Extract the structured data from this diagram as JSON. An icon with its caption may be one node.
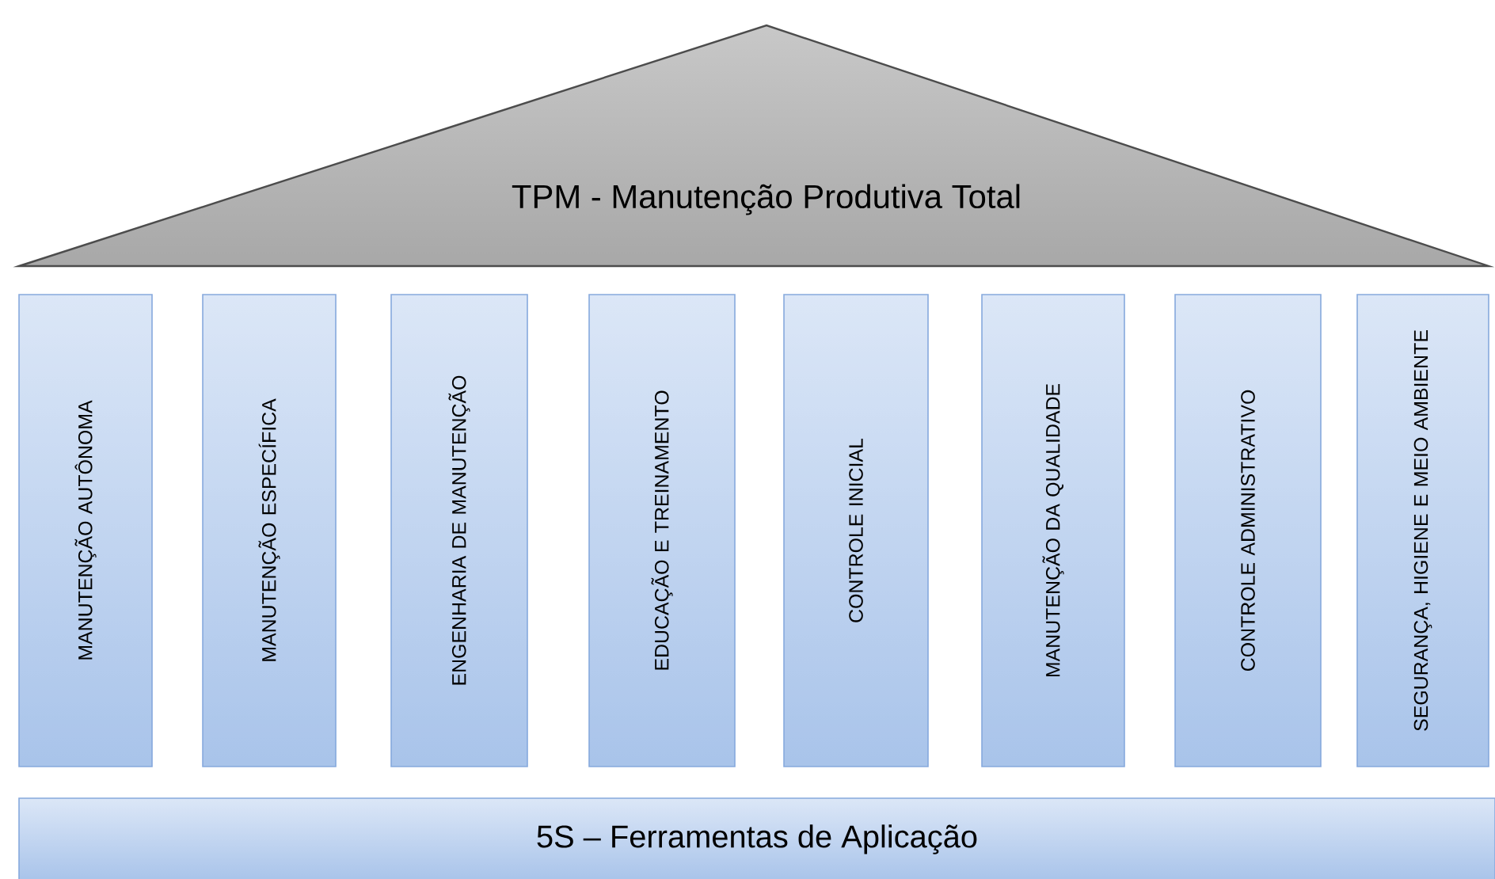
{
  "diagram": {
    "nodes": [
      {
        "text": [
          "TPM - Manutenção Produtiva Total"
        ]
      },
      {
        "text": [
          "MANUTENÇÃO AUTÔNOMA"
        ]
      },
      {
        "text": [
          "MANUTENÇÃO ESPECÍFICA"
        ]
      },
      {
        "text": [
          "ENGENHARIA DE MANUTENÇÃO"
        ]
      },
      {
        "text": [
          "EDUCAÇÃO E TREINAMENTO"
        ]
      },
      {
        "text": [
          "CONTROLE INICIAL"
        ]
      },
      {
        "text": [
          "MANUTENÇÃO DA QUALIDADE"
        ]
      },
      {
        "text": [
          "CONTROLE ADMINISTRATIVO"
        ]
      },
      {
        "text": [
          "SEGURANÇA, HIGIENE E MEIO AMBIENTE"
        ]
      },
      {
        "text": [
          "5S – Ferramentas de Aplicação"
        ]
      }
    ]
  }
}
